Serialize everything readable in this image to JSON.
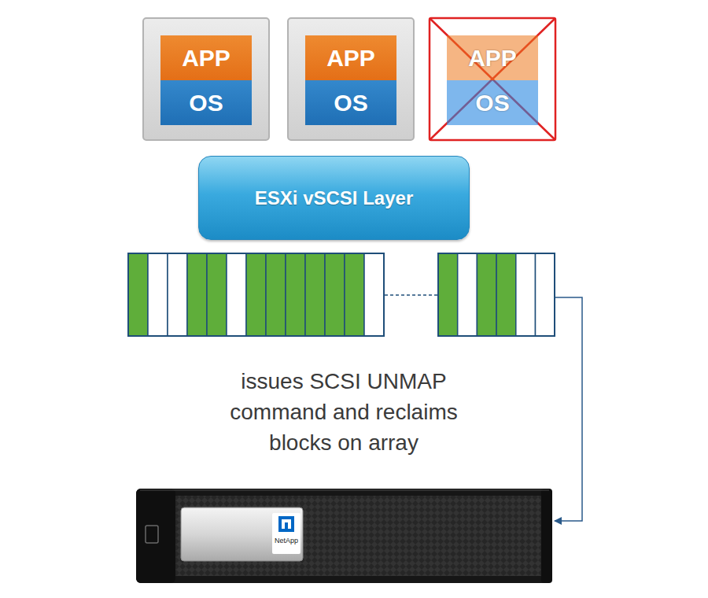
{
  "diagram": {
    "nodes": [
      {
        "text": [
          "APP"
        ]
      },
      {
        "text": [
          "OS"
        ]
      },
      {
        "text": [
          "APP"
        ]
      },
      {
        "text": [
          "OS"
        ]
      },
      {
        "text": [
          "APP"
        ]
      },
      {
        "text": [
          "OS"
        ]
      },
      {
        "text": [
          "ESXi vSCSI Layer"
        ]
      },
      {
        "text": [
          "NetApp"
        ]
      }
    ],
    "labels": [
      "issues SCSI UNMAP command and reclaims blocks on array"
    ]
  }
}
